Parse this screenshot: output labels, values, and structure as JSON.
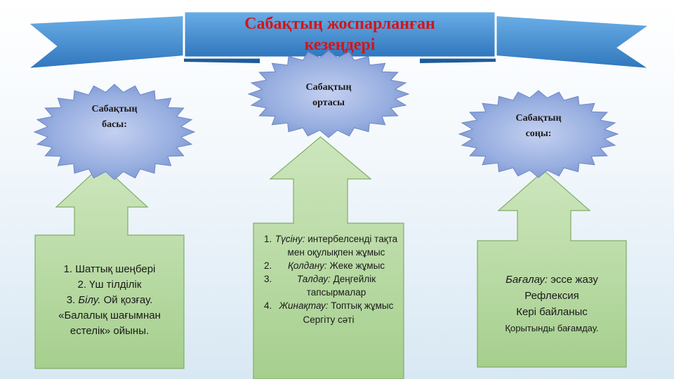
{
  "title": {
    "line1": "Сабақтың жоспарланған",
    "line2": "кезеңдері"
  },
  "stages": [
    {
      "line1": "Сабақтың",
      "line2": "басы:"
    },
    {
      "line1": "Сабақтың",
      "line2": "ортасы"
    },
    {
      "line1": "Сабақтың",
      "line2": "соңы:"
    }
  ],
  "box1": {
    "lines": [
      "1. Шаттық шеңбері",
      "2. Үш  тілділік"
    ],
    "item3_prefix": "3. ",
    "item3_italic": "Білу.",
    "item3_rest": " Ой қозғау.",
    "lines_end": [
      "«Балалық шағымнан",
      "естелік» ойыны."
    ]
  },
  "box2": {
    "items": [
      {
        "italic": "Түсіну:",
        "text": " интербелсенді тақта мен оқулықпен жұмыс"
      },
      {
        "italic": "Қолдану:",
        "text": " Жеке жұмыс"
      },
      {
        "italic": "Талдау:",
        "text": " Деңгейлік тапсырмалар"
      },
      {
        "italic": "Жинақтау:",
        "text": " Топтық жұмыс"
      }
    ],
    "footer": "Сергіту сәті"
  },
  "box3": {
    "italic": "Бағалау:",
    "text": " эссе жазу",
    "lines": [
      "Рефлексия",
      "Кері байланыс"
    ],
    "last": "Қорытынды бағамдау."
  },
  "colors": {
    "title": "#d4141a",
    "ribbon": "#3a86c8",
    "star": "#8fa6dc",
    "arrow_fill": "#b5d8a0",
    "arrow_stroke": "#7fae66"
  }
}
